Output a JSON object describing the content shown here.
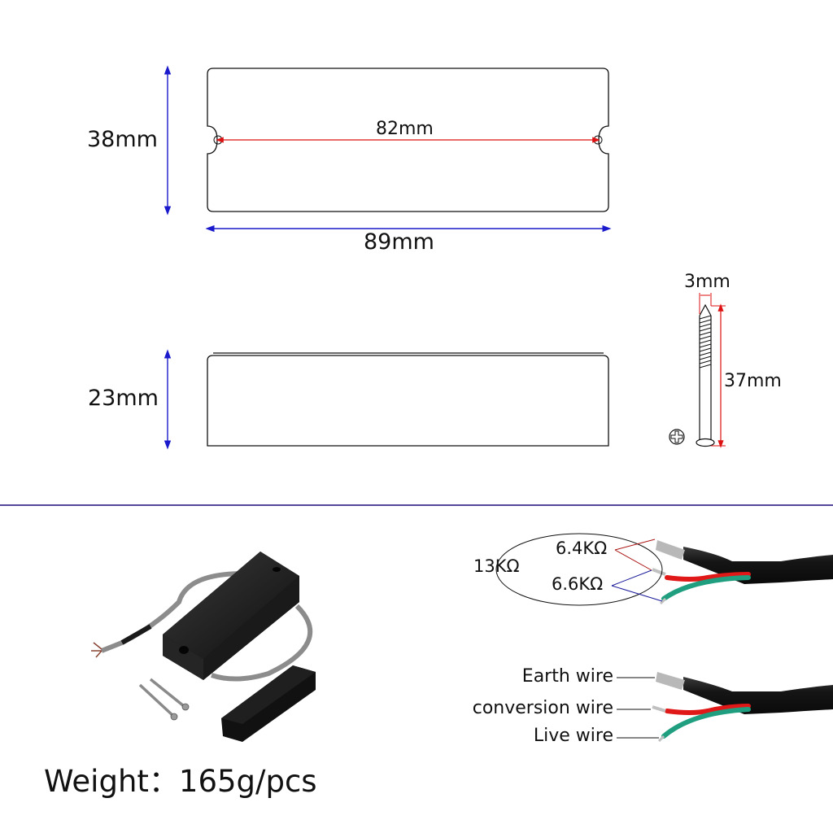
{
  "top_view": {
    "height_label": "38mm",
    "width_label": "89mm",
    "hole_spacing_label": "82mm"
  },
  "side_view": {
    "depth_label": "23mm"
  },
  "screw": {
    "diameter_label": "3mm",
    "length_label": "37mm",
    "head_type_icon": "phillips-head-icon"
  },
  "resistance": {
    "total_label": "13KΩ",
    "coil_a_label": "6.4KΩ",
    "coil_b_label": "6.6KΩ"
  },
  "wiring": {
    "earth_label": "Earth wire",
    "conversion_label": "conversion wire",
    "live_label": "Live wire"
  },
  "product": {
    "weight_text": "Weight：165g/pcs"
  },
  "colors": {
    "dimension_blue": "#1a1acc",
    "dimension_red": "#dd1111",
    "divider": "#1a0a7a",
    "wire_red": "#e01818",
    "wire_green": "#1f9f7f",
    "cable_black": "#1a1a1a"
  }
}
